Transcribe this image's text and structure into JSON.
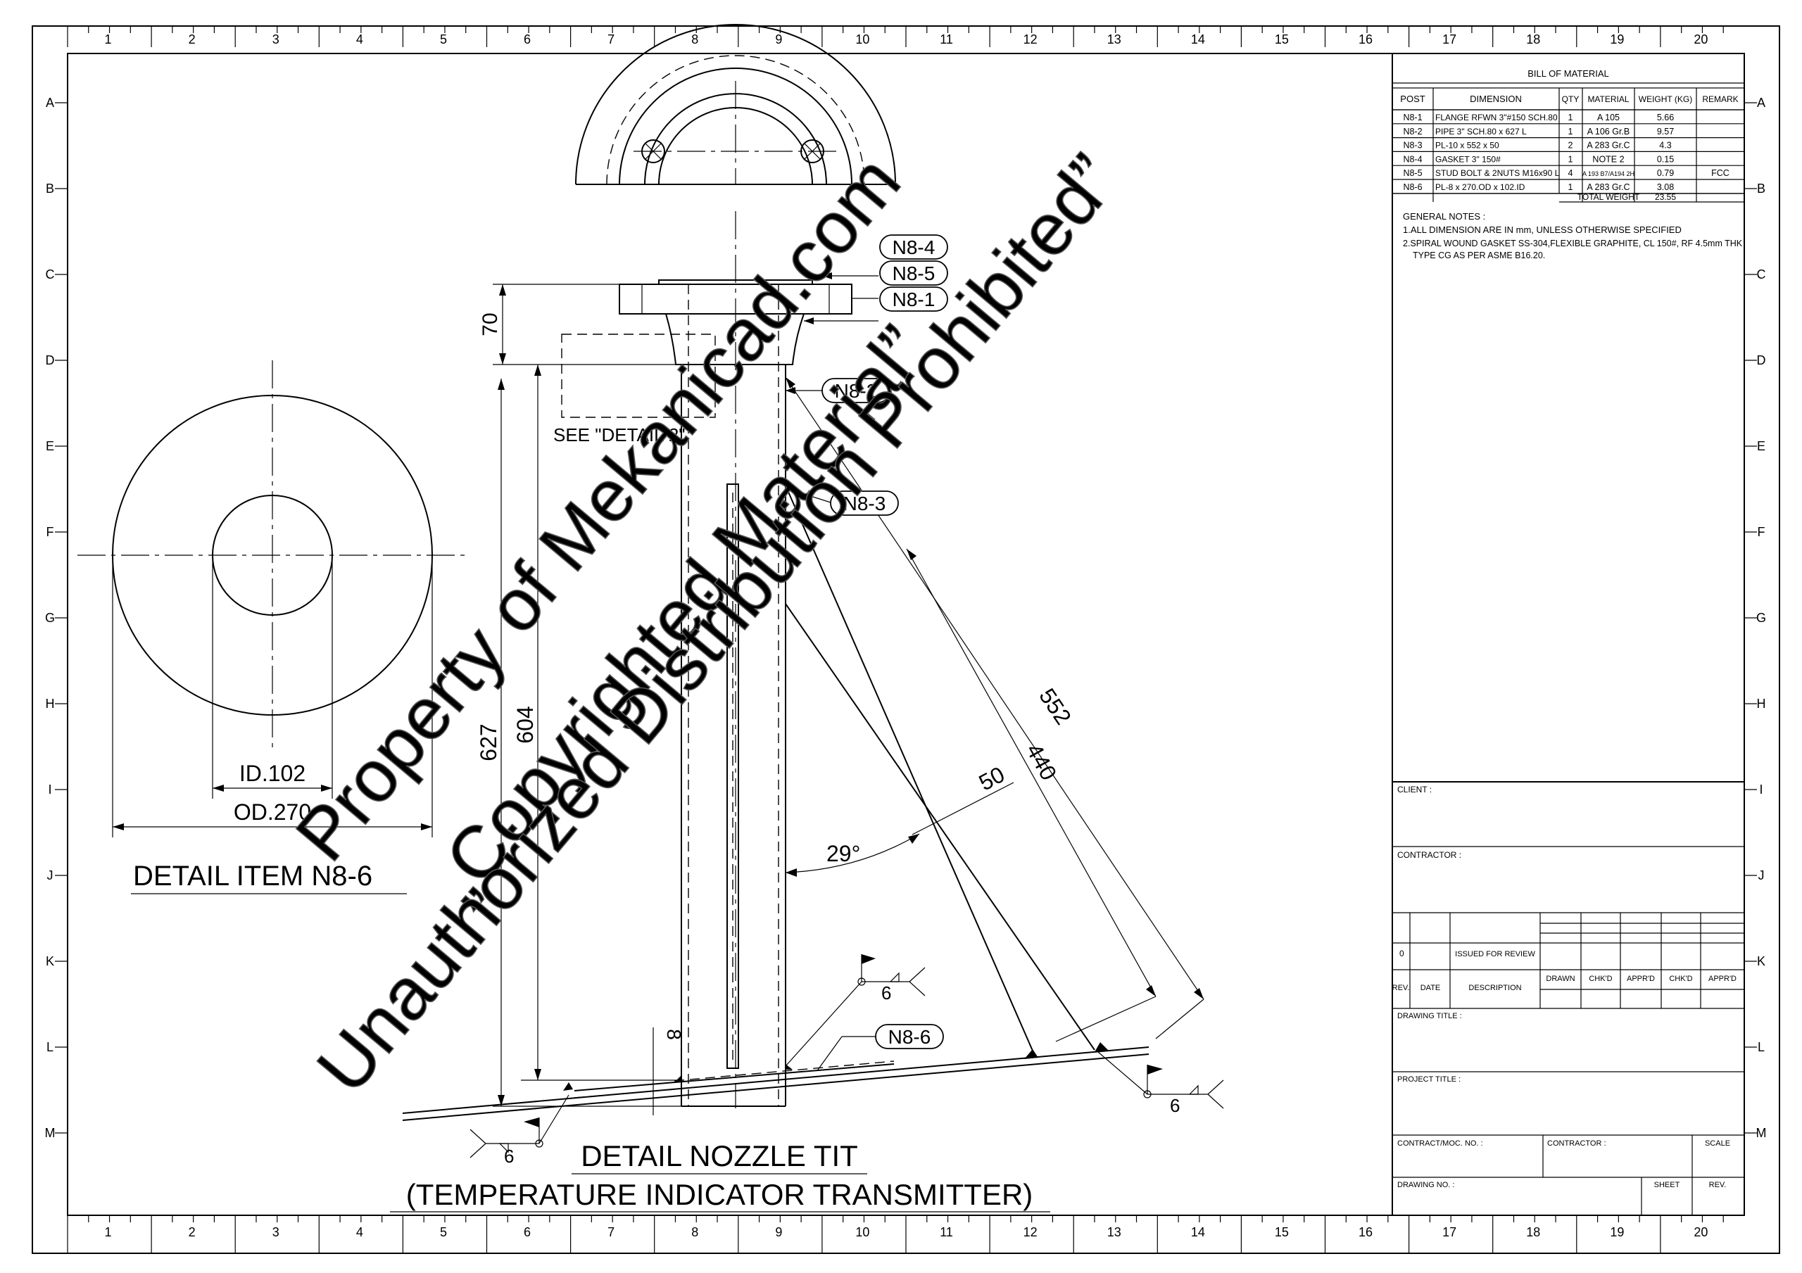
{
  "sheet": {
    "column_numbers": [
      "1",
      "2",
      "3",
      "4",
      "5",
      "6",
      "7",
      "8",
      "9",
      "10",
      "11",
      "12",
      "13",
      "14",
      "15",
      "16",
      "17",
      "18",
      "19",
      "20"
    ],
    "row_letters": [
      "A",
      "B",
      "C",
      "D",
      "E",
      "F",
      "G",
      "H",
      "I",
      "J",
      "K",
      "L",
      "M"
    ]
  },
  "bom": {
    "title": "BILL OF MATERIAL",
    "headers": [
      "POST",
      "DIMENSION",
      "QTY",
      "MATERIAL",
      "WEIGHT (KG)",
      "REMARK"
    ],
    "rows": [
      [
        "N8-1",
        "FLANGE RFWN 3\"#150 SCH.80",
        "1",
        "A 105",
        "5.66",
        ""
      ],
      [
        "N8-2",
        "PIPE 3\" SCH.80 x 627 L",
        "1",
        "A 106 Gr.B",
        "9.57",
        ""
      ],
      [
        "N8-3",
        "PL-10 x 552 x 50",
        "2",
        "A 283 Gr.C",
        "4.3",
        ""
      ],
      [
        "N8-4",
        "GASKET 3\" 150#",
        "1",
        "NOTE 2",
        "0.15",
        ""
      ],
      [
        "N8-5",
        "STUD BOLT & 2NUTS M16x90 L",
        "4",
        "A 193 B7/A194 2H",
        "0.79",
        "FCC"
      ],
      [
        "N8-6",
        "PL-8 x 270.OD x 102.ID",
        "1",
        "A 283 Gr.C",
        "3.08",
        ""
      ]
    ],
    "total_label": "TOTAL WEIGHT",
    "total_value": "23.55"
  },
  "notes": {
    "heading": "GENERAL NOTES :",
    "lines": [
      "1.ALL DIMENSION ARE IN mm, UNLESS OTHERWISE SPECIFIED",
      "2.SPIRAL WOUND GASKET SS-304,FLEXIBLE GRAPHITE, CL 150#, RF 4.5mm THK",
      "TYPE CG AS PER ASME B16.20."
    ]
  },
  "title_block": {
    "client": "CLIENT :",
    "contractor": "CONTRACTOR :",
    "rev_no": "0",
    "issued": "ISSUED FOR REVIEW",
    "rev": "REV.",
    "date": "DATE",
    "description": "DESCRIPTION",
    "drawn": "DRAWN",
    "chkd1": "CHK'D",
    "apprd1": "APPR'D",
    "chkd2": "CHK'D",
    "apprd2": "APPR'D",
    "drawing_title": "DRAWING TITLE :",
    "project_title": "PROJECT TITLE :",
    "contract_no": "CONTRACT/MOC. NO. :",
    "contractor2": "CONTRACTOR :",
    "scale": "SCALE",
    "drawing_no": "DRAWING NO. :",
    "sheet": "SHEET",
    "rev2": "REV."
  },
  "detail_item": {
    "id": "ID.102",
    "od": "OD.270",
    "title": "DETAIL ITEM  N8-6"
  },
  "nozzle": {
    "labels": [
      "N8-4",
      "N8-5",
      "N8-1",
      "N8-2",
      "N8-3",
      "N8-6"
    ],
    "see_detail": "SEE \"DETAIL 2\"",
    "dim_70": "70",
    "dim_627": "627",
    "dim_604": "604",
    "dim_552": "552",
    "dim_440": "440",
    "dim_50": "50",
    "dim_8": "8",
    "angle": "29°",
    "weld_sizes": [
      "6",
      "6",
      "6"
    ],
    "title_1": "DETAIL NOZZLE TIT",
    "title_2": "(TEMPERATURE INDICATOR TRANSMITTER)"
  },
  "watermark": {
    "line1": "Property  of  Mekanicad.com",
    "line2": "„Copyrighted  Material”",
    "line3": "Unauthorized  Distribution  Prohibited”"
  }
}
